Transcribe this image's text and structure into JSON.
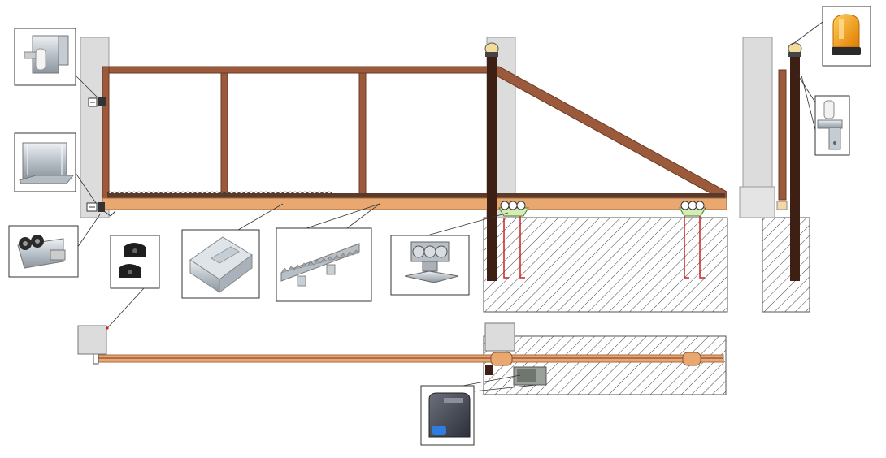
{
  "diagram": {
    "components": [
      {
        "id": "top-guide-bracket",
        "icon": "guide-roller-bracket-icon"
      },
      {
        "id": "end-catcher",
        "icon": "end-catcher-bracket-icon"
      },
      {
        "id": "end-roller",
        "icon": "end-roller-icon"
      },
      {
        "id": "photocells",
        "icon": "photocell-pair-icon"
      },
      {
        "id": "guide-rail",
        "icon": "steel-guide-profile-icon"
      },
      {
        "id": "gear-rack",
        "icon": "gear-rack-icon"
      },
      {
        "id": "roller-carriage",
        "icon": "roller-carriage-icon"
      },
      {
        "id": "signal-lamp",
        "icon": "signal-lamp-icon"
      },
      {
        "id": "upper-catcher",
        "icon": "upper-catcher-bracket-icon"
      },
      {
        "id": "drive-motor",
        "icon": "gate-drive-motor-icon"
      }
    ],
    "colors": {
      "frame": "#9c5a3c",
      "frame_dark": "#6b3a22",
      "post": "#3d1f14",
      "pillar": "#dcdcdc",
      "rail": "#e8a870",
      "foundation_hatch": "#555555",
      "anchor": "#cc2222",
      "lamp": "#f39c12",
      "motor": "#4a4f5a"
    }
  }
}
